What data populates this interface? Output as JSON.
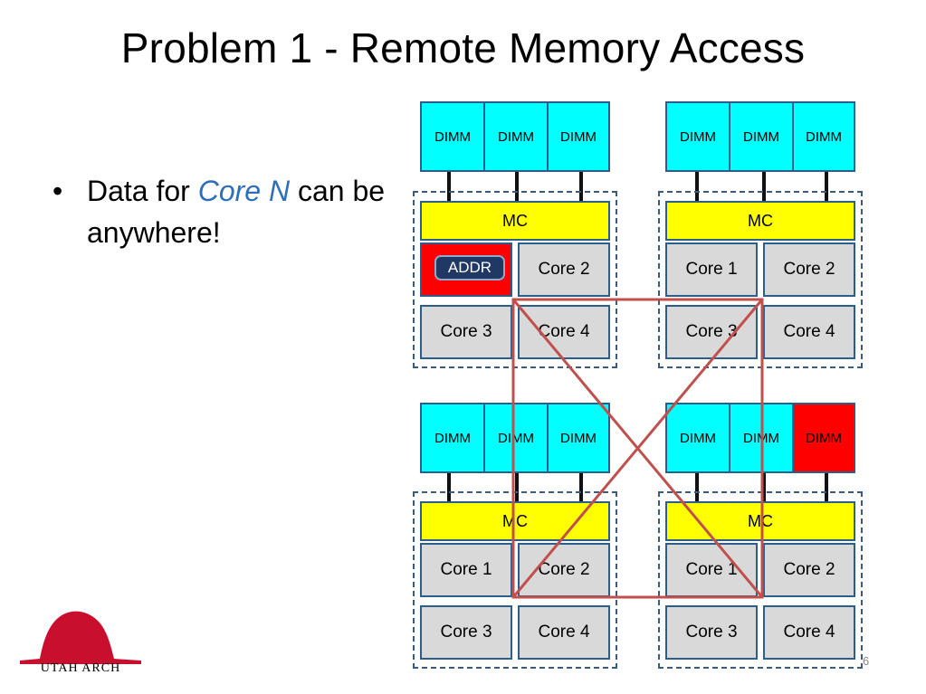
{
  "slide": {
    "title": "Problem 1 - Remote Memory Access",
    "bullet": {
      "marker": "•",
      "prefix": "Data for ",
      "emphasis": "Core N",
      "suffix": " can be anywhere!"
    },
    "page_number": "6"
  },
  "logo": {
    "name": "utah-arch-logo",
    "text": "UTAH ARCH"
  },
  "nodes": [
    {
      "dimms": [
        "DIMM",
        "DIMM",
        "DIMM"
      ],
      "mc": "MC",
      "cores": [
        "",
        "Core 2",
        "Core 3",
        "Core 4"
      ],
      "addr_label": "ADDR"
    },
    {
      "dimms": [
        "DIMM",
        "DIMM",
        "DIMM"
      ],
      "mc": "MC",
      "cores": [
        "Core 1",
        "Core 2",
        "Core 3",
        "Core 4"
      ]
    },
    {
      "dimms": [
        "DIMM",
        "DIMM",
        "DIMM"
      ],
      "mc": "MC",
      "cores": [
        "Core 1",
        "Core 2",
        "Core 3",
        "Core 4"
      ]
    },
    {
      "dimms": [
        "DIMM",
        "DIMM",
        "DIMM"
      ],
      "mc": "MC",
      "cores": [
        "Core 1",
        "Core 2",
        "Core 3",
        "Core 4"
      ]
    }
  ],
  "colors": {
    "dimm": "#00ffff",
    "dimm_highlight": "#ff0000",
    "mc": "#ffff00",
    "core": "#d9d9d9",
    "core_highlight": "#ff0000",
    "interconnect": "#c0504d",
    "emphasis": "#2e6fb7"
  }
}
